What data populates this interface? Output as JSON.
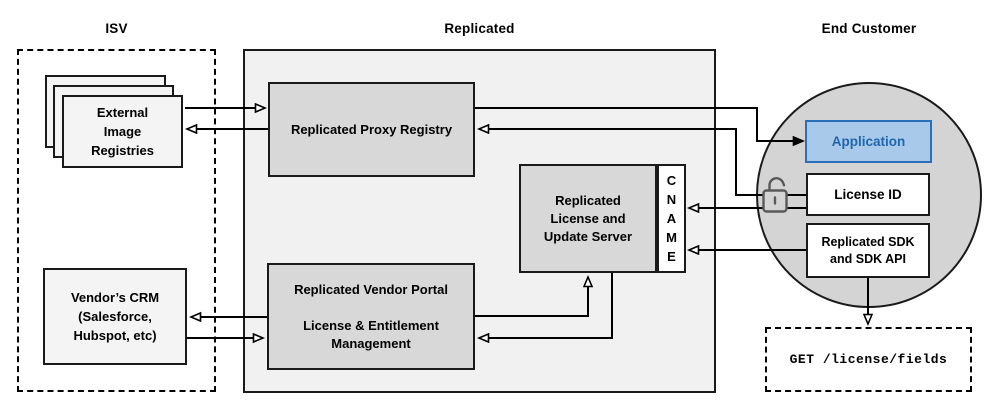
{
  "diagram": {
    "sections": {
      "isv": {
        "title": "ISV"
      },
      "replicated": {
        "title": "Replicated"
      },
      "end_customer": {
        "title": "End Customer"
      }
    },
    "nodes": {
      "external_image_registries": {
        "label": "External\nImage\nRegistries"
      },
      "replicated_proxy_registry": {
        "label": "Replicated Proxy Registry"
      },
      "replicated_license_update_server": {
        "label": "Replicated\nLicense and\nUpdate Server"
      },
      "cname": {
        "label": "C\nN\nA\nM\nE"
      },
      "replicated_vendor_portal": {
        "label": "Replicated Vendor Portal\n\nLicense & Entitlement\nManagement"
      },
      "vendors_crm": {
        "label": "Vendor’s CRM\n(Salesforce,\nHubspot, etc)"
      },
      "application": {
        "label": "Application"
      },
      "license_id": {
        "label": "License ID"
      },
      "replicated_sdk": {
        "label": "Replicated SDK\nand SDK API"
      },
      "get_license_fields": {
        "label": "GET /license/fields"
      }
    },
    "icons": {
      "lock": "open-padlock-icon"
    },
    "colors": {
      "node_gray_fill": "#d8d8d8",
      "container_fill": "#f1f1f1",
      "light_node_fill": "#f4f4f4",
      "circle_fill": "#d4d4d4",
      "application_fill": "#a9c9ea",
      "application_stroke": "#2a70b8",
      "application_text": "#1f66ad",
      "line_color": "#000000",
      "lock_color": "#595959"
    }
  }
}
